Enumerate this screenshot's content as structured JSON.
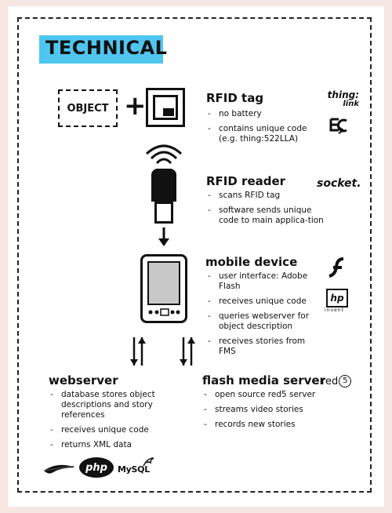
{
  "title": "TECHNICAL",
  "object_label": "OBJECT",
  "plus": "+",
  "rfid_tag": {
    "title": "RFID tag",
    "bullets": [
      "no battery",
      "contains unique code (e.g. thing:522LLA)"
    ],
    "logos": [
      "thing-link-logo",
      "ecs-logo"
    ],
    "logo_text_1": "thing:",
    "logo_text_2": "link"
  },
  "rfid_reader": {
    "title": "RFID reader",
    "bullets": [
      "scans RFID tag",
      "software sends unique code to main applica-tion"
    ],
    "logo_text": "socket."
  },
  "mobile_device": {
    "title": "mobile device",
    "bullets": [
      "user interface: Adobe Flash",
      "receives unique code",
      "queries webserver for object description",
      "receives stories from FMS"
    ],
    "hp_text": "hp",
    "hp_sub": "invent"
  },
  "webserver": {
    "title": "webserver",
    "bullets": [
      "database stores object descriptions and story references",
      "receives unique code",
      "returns XML data"
    ],
    "logo_php": "php",
    "logo_mysql": "MySQL"
  },
  "flash_media_server": {
    "title": "flash media server",
    "bullets": [
      "open source red5 server",
      "streams video stories",
      "records new stories"
    ],
    "logo_text": "red",
    "logo_digit": "5"
  },
  "colors": {
    "title_highlight": "#4fc6f0",
    "background": "#f7e7e3"
  }
}
